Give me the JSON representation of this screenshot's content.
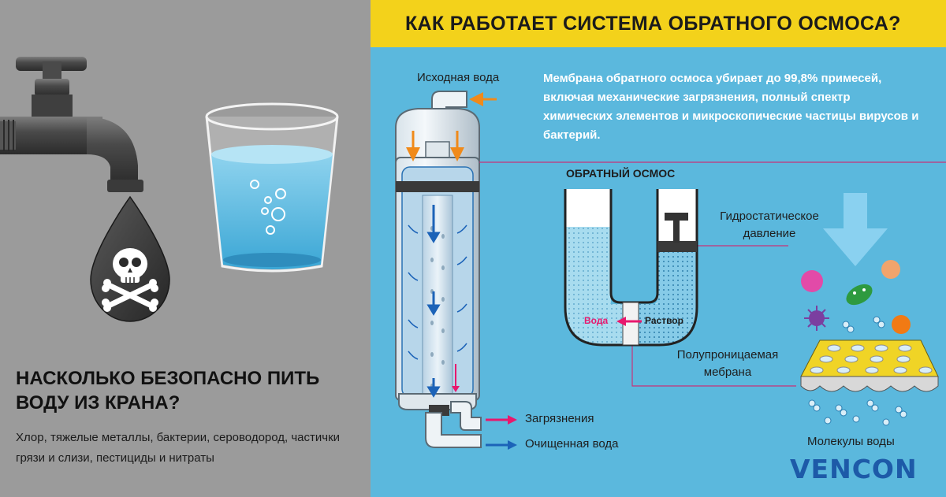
{
  "header": {
    "title": "КАК РАБОТАЕТ СИСТЕМА ОБРАТНОГО ОСМОСА?"
  },
  "left_panel": {
    "title": "НАСКОЛЬКО БЕЗОПАСНО ПИТЬ ВОДУ ИЗ КРАНА?",
    "description": "Хлор, тяжелые металлы, бактерии, сероводород, частички грязи и слизи, пестициды и нитраты"
  },
  "filter": {
    "inlet_label": "Исходная вода",
    "legend": [
      {
        "label": "Загрязнения",
        "color": "#e8186d"
      },
      {
        "label": "Очищенная вода",
        "color": "#1c63b8"
      }
    ]
  },
  "info_text": "Мембрана обратного осмоса убирает до 99,8% примесей, включая механические загрязнения, полный спектр химических элементов и микроскопические частицы вирусов и бактерий.",
  "osmosis": {
    "title": "ОБРАТНЫЙ ОСМОС",
    "pressure_label_1": "Гидростатическое",
    "pressure_label_2": "давление",
    "water_label": "Вода",
    "solution_label": "Раствор",
    "membrane_label_1": "Полупроницаемая",
    "membrane_label_2": "мебрана"
  },
  "membrane_panel": {
    "molecules_label": "Молекулы воды"
  },
  "brand": {
    "logo_text": "VENCON",
    "color": "#1d5aa8"
  },
  "colors": {
    "left_bg": "#9b9b9b",
    "right_bg": "#5bb8dd",
    "banner": "#f3d21b",
    "contaminant": "#e8186d",
    "clean_water": "#1c63b8",
    "inlet_arrow": "#f08a1a"
  }
}
